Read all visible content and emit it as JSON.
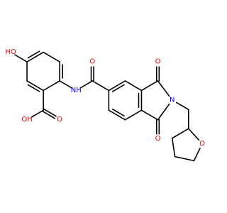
{
  "colors": {
    "bond": "#000000",
    "oxygen": "#e00000",
    "nitrogen": "#0000e0",
    "background": "#ffffff"
  },
  "atoms": [
    {
      "id": "O_hydroxyl",
      "text": "HO",
      "element": "O"
    },
    {
      "id": "O_acid_carbonyl",
      "text": "O",
      "element": "O"
    },
    {
      "id": "O_acid_hydroxyl",
      "text": "OH",
      "element": "O"
    },
    {
      "id": "N_amide",
      "text": "NH",
      "element": "N"
    },
    {
      "id": "O_amide",
      "text": "O",
      "element": "O"
    },
    {
      "id": "O_imide_top",
      "text": "O",
      "element": "O"
    },
    {
      "id": "N_imide",
      "text": "N",
      "element": "N"
    },
    {
      "id": "O_imide_bottom",
      "text": "O",
      "element": "O"
    },
    {
      "id": "O_thf",
      "text": "O",
      "element": "O"
    }
  ]
}
